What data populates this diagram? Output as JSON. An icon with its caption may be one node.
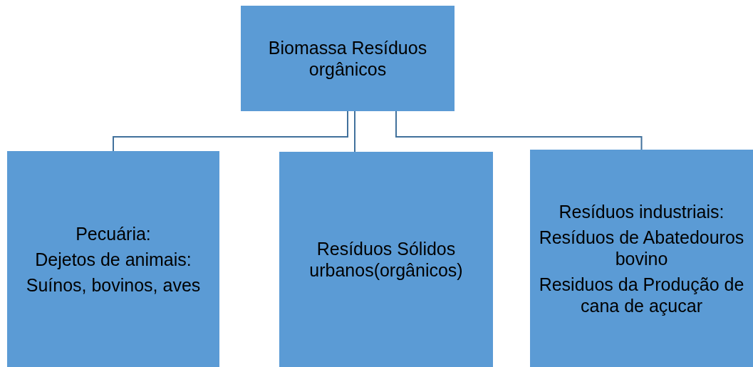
{
  "diagram": {
    "nodes": [
      {
        "text": [
          "Biomassa Resíduos orgânicos"
        ]
      },
      {
        "text": [
          "Pecuária:",
          "Dejetos de animais:",
          "Suínos, bovinos, aves"
        ]
      },
      {
        "text": [
          "Resíduos Sólidos urbanos(orgânicos)"
        ]
      },
      {
        "text": [
          "Resíduos industriais:",
          "Resíduos de Abatedouros  bovino",
          "Residuos da Produção de cana de açucar"
        ]
      }
    ],
    "edges": [
      {
        "from": 0,
        "to": 1,
        "arrow": "none"
      },
      {
        "from": 0,
        "to": 2,
        "arrow": "none"
      },
      {
        "from": 0,
        "to": 3,
        "arrow": "none"
      }
    ]
  }
}
